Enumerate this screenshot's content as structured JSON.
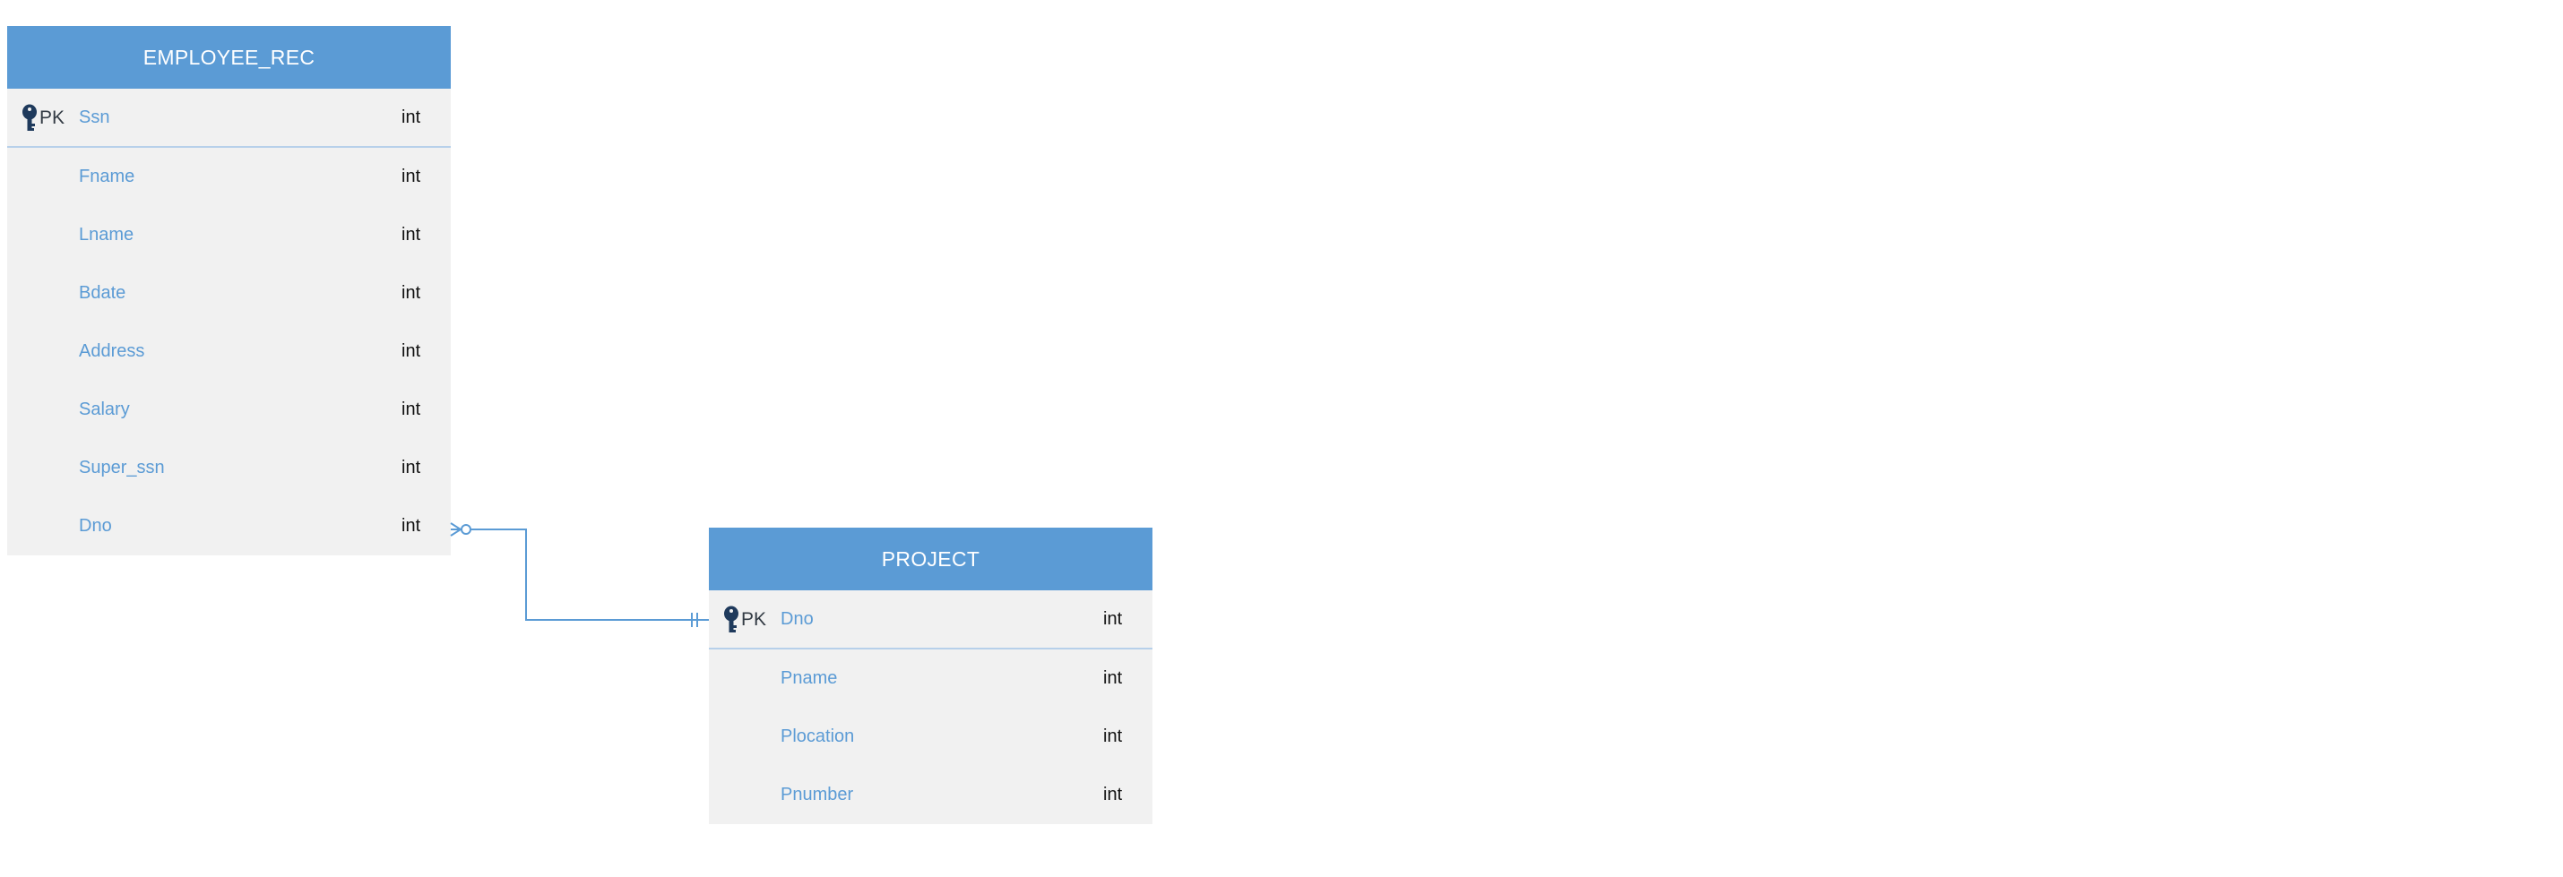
{
  "diagram": {
    "line_color": "#5b9bd5",
    "header_color": "#5b9bd5",
    "entities": {
      "employee": {
        "name": "EMPLOYEE_REC",
        "pk_label": "PK",
        "attributes": [
          {
            "name": "Ssn",
            "type": "int",
            "pk": true
          },
          {
            "name": "Fname",
            "type": "int"
          },
          {
            "name": "Lname",
            "type": "int"
          },
          {
            "name": "Bdate",
            "type": "int"
          },
          {
            "name": "Address",
            "type": "int"
          },
          {
            "name": "Salary",
            "type": "int"
          },
          {
            "name": "Super_ssn",
            "type": "int"
          },
          {
            "name": "Dno",
            "type": "int"
          }
        ]
      },
      "project": {
        "name": "PROJECT",
        "pk_label": "PK",
        "attributes": [
          {
            "name": "Dno",
            "type": "int",
            "pk": true
          },
          {
            "name": "Pname",
            "type": "int"
          },
          {
            "name": "Plocation",
            "type": "int"
          },
          {
            "name": "Pnumber",
            "type": "int"
          }
        ]
      }
    },
    "relationship": {
      "from": "EMPLOYEE_REC.Dno",
      "to": "PROJECT.Dno",
      "from_cardinality": "zero-or-many",
      "to_cardinality": "one-and-only-one"
    }
  }
}
